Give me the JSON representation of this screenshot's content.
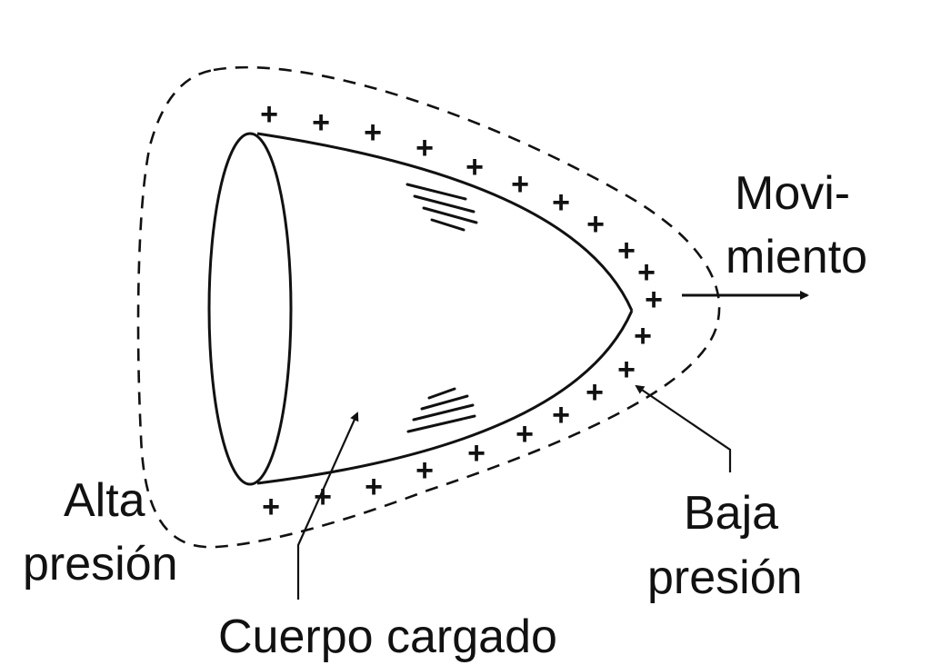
{
  "labels": {
    "movement_line1": "Movi-",
    "movement_line2": "miento",
    "high_pressure_line1": "Alta",
    "high_pressure_line2": "presión",
    "low_pressure_line1": "Baja",
    "low_pressure_line2": "presión",
    "charged_body": "Cuerpo cargado"
  },
  "charge_symbol": "+",
  "colors": {
    "ink": "#111111",
    "background": "#ffffff"
  }
}
